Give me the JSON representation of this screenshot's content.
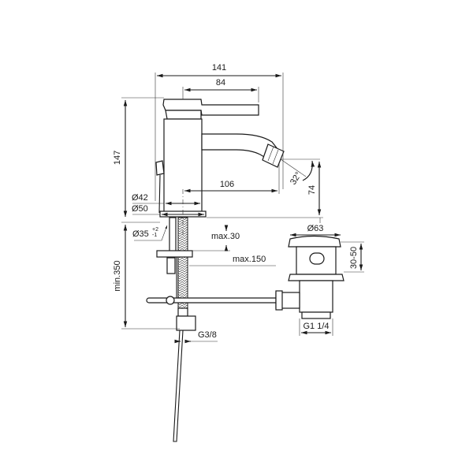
{
  "drawing": {
    "type": "technical-dimension-drawing",
    "subject": "bidet mixer with pop-up waste",
    "background": "#ffffff",
    "line_color": "#1a1a1a"
  },
  "dimensions": {
    "overall_width": "141",
    "lever_length": "84",
    "height": "147",
    "spout_reach": "106",
    "spout_angle": "32°",
    "spout_height": "74",
    "body_diameter_1": "Ø42",
    "body_diameter_2": "Ø50",
    "hole_diameter": "Ø35",
    "hole_tolerance_upper": "+2",
    "hole_tolerance_lower": "-1",
    "max_deck_thickness": "max.30",
    "max_pull_rod": "max.150",
    "min_hose_length": "min.350",
    "hose_connection": "G3/8",
    "waste_diameter": "Ø63",
    "waste_range": "30-50",
    "waste_thread": "G1 1/4"
  }
}
